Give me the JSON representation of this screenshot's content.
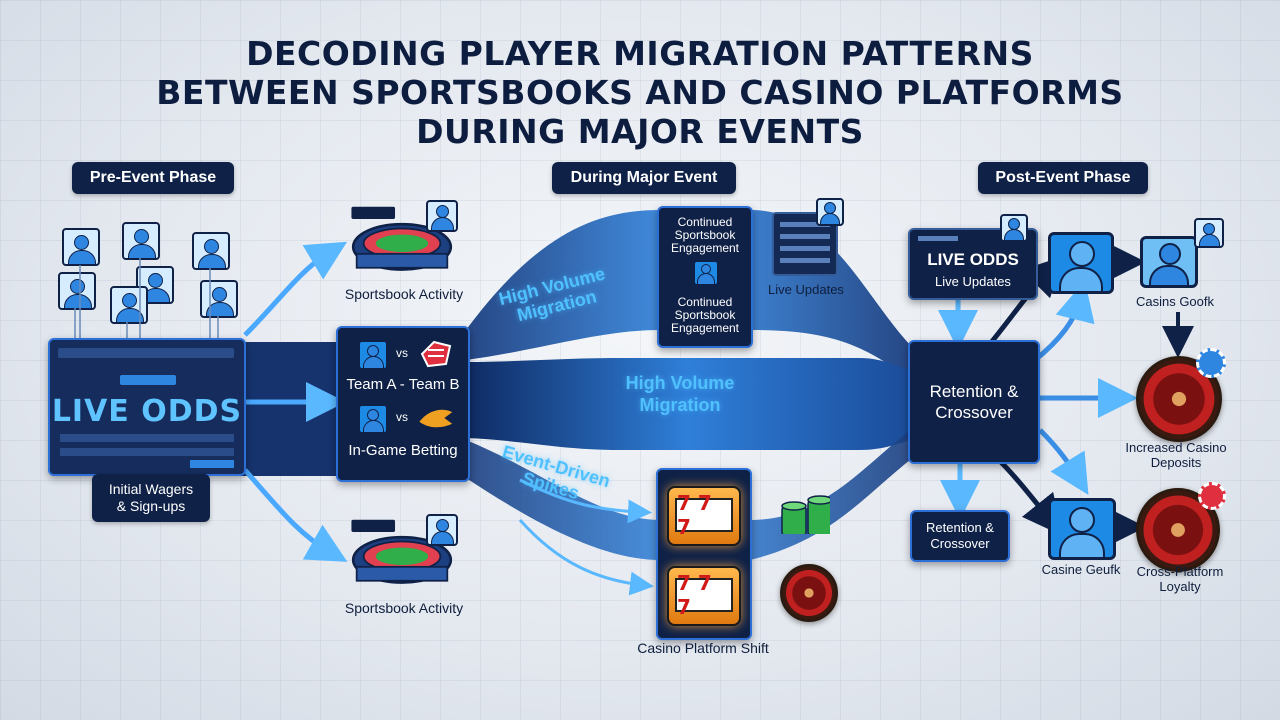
{
  "title": {
    "line1": "DECODING PLAYER MIGRATION PATTERNS",
    "line2": "BETWEEN SPORTSBOOKS AND CASINO PLATFORMS",
    "line3": "DURING MAJOR EVENTS"
  },
  "phases": {
    "pre": "Pre-Event Phase",
    "during": "During Major Event",
    "post": "Post-Event Phase"
  },
  "pre_event": {
    "live_odds": "LIVE ODDS",
    "initial_wagers": "Initial Wagers\n& Sign-ups",
    "sportsbook_top": "Sportsbook Activity",
    "sportsbook_bottom": "Sportsbook Activity"
  },
  "center": {
    "vs1": "vs",
    "vs2": "vs",
    "team_line": "Team A - Team B",
    "in_game": "In-Game Betting",
    "continued_top": "Continued\nSportsbook\nEngagement",
    "continued_bottom": "Continued\nSportsbook\nEngagement",
    "live_updates": "Live Updates",
    "casino_shift": "Casino Platform Shift",
    "slot_symbols": "7 7 7"
  },
  "flows": {
    "high_volume_top": "High Volume\nMigration",
    "high_volume_mid": "High Volume\nMigration",
    "event_spikes": "Event-Driven\nSpikes"
  },
  "post_event": {
    "live_odds": "LIVE ODDS",
    "live_updates": "Live Updates",
    "retention_main": "Retention &\nCrossover",
    "retention_small": "Retention &\nCrossover",
    "casino_goufk_top": "Casins Goofk",
    "increased_deposits": "Increased Casino\nDeposits",
    "casino_goufk_bottom": "Casine Geufk",
    "cross_platform": "Cross-Platform\nLoyalty"
  },
  "colors": {
    "navy": "#0f2147",
    "flow_blue": "#2f86e0",
    "flow_light": "#7fc8ff",
    "accent_cyan": "#4fc1ff"
  },
  "icons": [
    "user-icon",
    "stadium-icon",
    "slot-machine-icon",
    "roulette-icon",
    "chips-icon",
    "arrow-icon",
    "team-logo-icon"
  ]
}
